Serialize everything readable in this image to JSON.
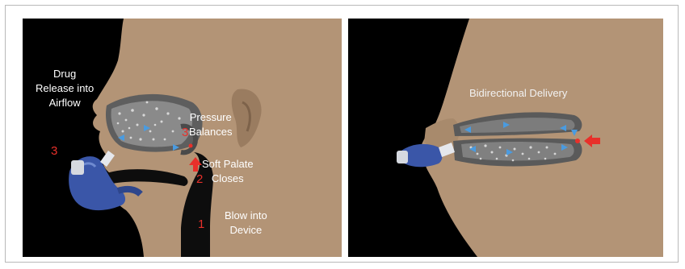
{
  "left_panel": {
    "labels": {
      "drug_release_line1": "Drug",
      "drug_release_line2": "Release into",
      "drug_release_line3": "Airflow",
      "pressure_line1": "Pressure",
      "pressure_line2": "Balances",
      "soft_palate_line1": "Soft Palate",
      "soft_palate_line2": "Closes",
      "blow_line1": "Blow into",
      "blow_line2": "Device"
    },
    "step_numbers": {
      "drug": "3",
      "pressure": "3",
      "soft_palate": "2",
      "blow": "1"
    }
  },
  "right_panel": {
    "title": "Bidirectional Delivery"
  },
  "colors": {
    "skin": "#b39476",
    "skin_shadow": "#8e7258",
    "airway": "#0d0d0d",
    "device_blue": "#3a56a8",
    "arrow_red": "#e8302a",
    "flow_blue": "#4a9be0",
    "mucosa": "#6d6d6d"
  }
}
